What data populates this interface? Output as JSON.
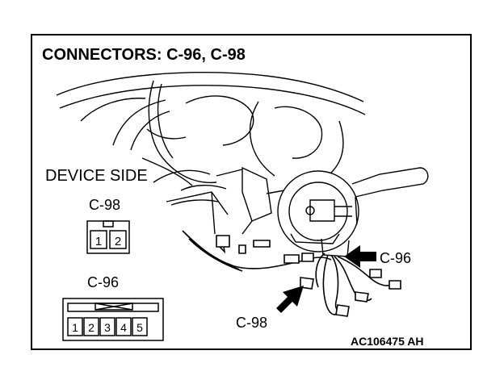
{
  "title": "CONNECTORS: C-96, C-98",
  "device_side_label": "DEVICE SIDE",
  "connectors": [
    {
      "name": "C-98",
      "pins": [
        "1",
        "2"
      ]
    },
    {
      "name": "C-96",
      "pins": [
        "1",
        "2",
        "3",
        "4",
        "5"
      ]
    }
  ],
  "callouts": {
    "c96": "C-96",
    "c98": "C-98"
  },
  "figure_code": "AC106475 AH"
}
